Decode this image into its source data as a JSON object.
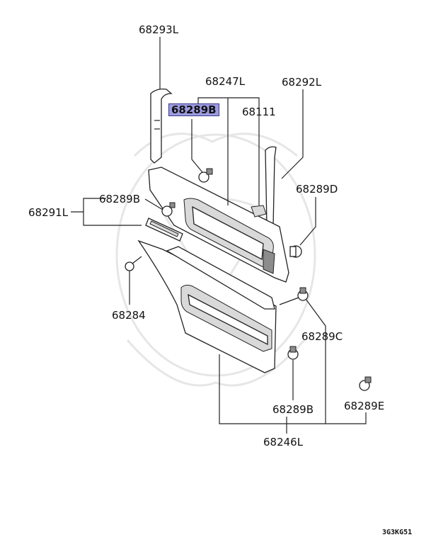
{
  "labels": {
    "p68293L": "68293L",
    "p68247L": "68247L",
    "p68292L": "68292L",
    "p68289B_top": "68289B",
    "p68111": "68111",
    "p68289D": "68289D",
    "p68289B_left": "68289B",
    "p68291L": "68291L",
    "p68284": "68284",
    "p68289C": "68289C",
    "p68289B_bottom": "68289B",
    "p68289E": "68289E",
    "p68246L": "68246L"
  },
  "diagram_code": "3G3KG51",
  "colors": {
    "highlight": "#9d9be0",
    "line": "#222222"
  }
}
